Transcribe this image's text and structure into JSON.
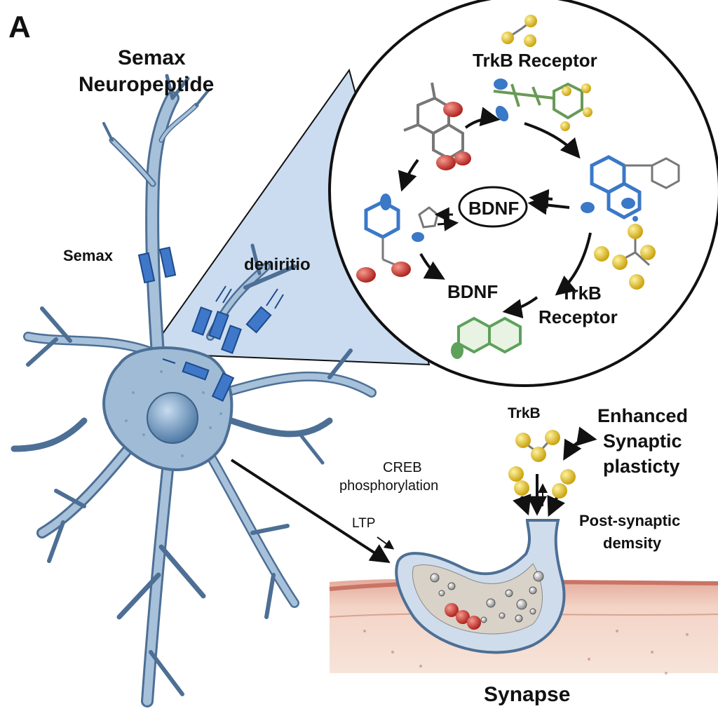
{
  "panel_letter": "A",
  "title": {
    "line1": "Semax",
    "line2": "Neuropeptide"
  },
  "labels": {
    "semax": "Semax",
    "dendritic": "deniritio",
    "trkb_receptor_top": "TrkB Receptor",
    "bdnf_center": "BDNF",
    "bdnf_lower": "BDNF",
    "trkb_receptor_lower_line1": "TrkB",
    "trkb_receptor_lower_line2": "Receptor",
    "trkb_small": "TrkB",
    "enhanced_line1": "Enhanced",
    "enhanced_line2": "Synaptic",
    "enhanced_line3": "plasticty",
    "creb_line1": "CREB",
    "creb_line2": "phosphorylation",
    "ltp": "LTP",
    "psd_line1": "Post-synaptic",
    "psd_line2": "demsity",
    "synapse": "Synapse"
  },
  "colors": {
    "neuron_fill": "#9fbbd6",
    "neuron_stroke": "#4d6f95",
    "nucleus": "#5f88b3",
    "semax_peptide": "#3f78c9",
    "zoom_cone": "#a9c4e6",
    "oxygen_red": "#d9302c",
    "nitrogen_blue": "#3a78c8",
    "sulfur_yellow": "#e6c421",
    "ring_green": "#5da15a",
    "membrane_red": "#d88e83",
    "tissue": "#f1d3c4"
  }
}
